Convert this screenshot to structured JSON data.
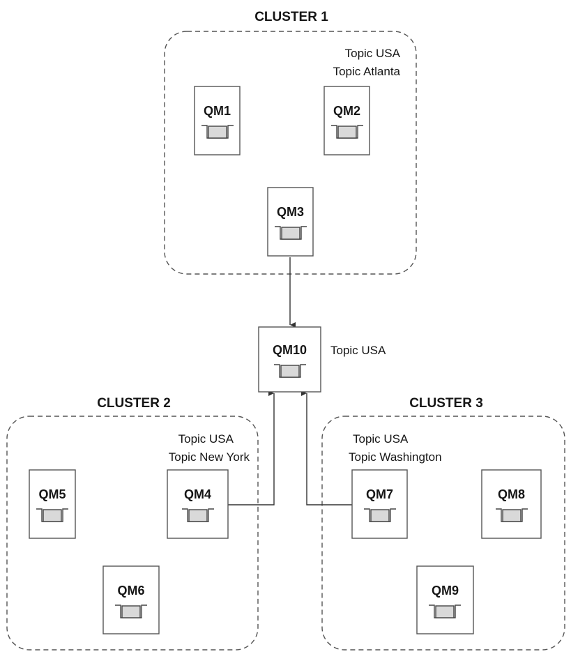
{
  "clusters": [
    {
      "id": "cluster-1",
      "title": "CLUSTER 1"
    },
    {
      "id": "cluster-2",
      "title": "CLUSTER 2"
    },
    {
      "id": "cluster-3",
      "title": "CLUSTER 3"
    }
  ],
  "queue_managers": [
    "QM1",
    "QM2",
    "QM3",
    "QM4",
    "QM5",
    "QM6",
    "QM7",
    "QM8",
    "QM9",
    "QM10"
  ],
  "topics": {
    "qm2": [
      "Topic USA",
      "Topic Atlanta"
    ],
    "qm10": [
      "Topic USA"
    ],
    "qm4": [
      "Topic USA",
      "Topic New York"
    ],
    "qm7": [
      "Topic USA",
      "Topic Washington"
    ]
  },
  "colors": {
    "border": "#555555",
    "queue_fill": "#d9d9d9",
    "text": "#161616"
  }
}
